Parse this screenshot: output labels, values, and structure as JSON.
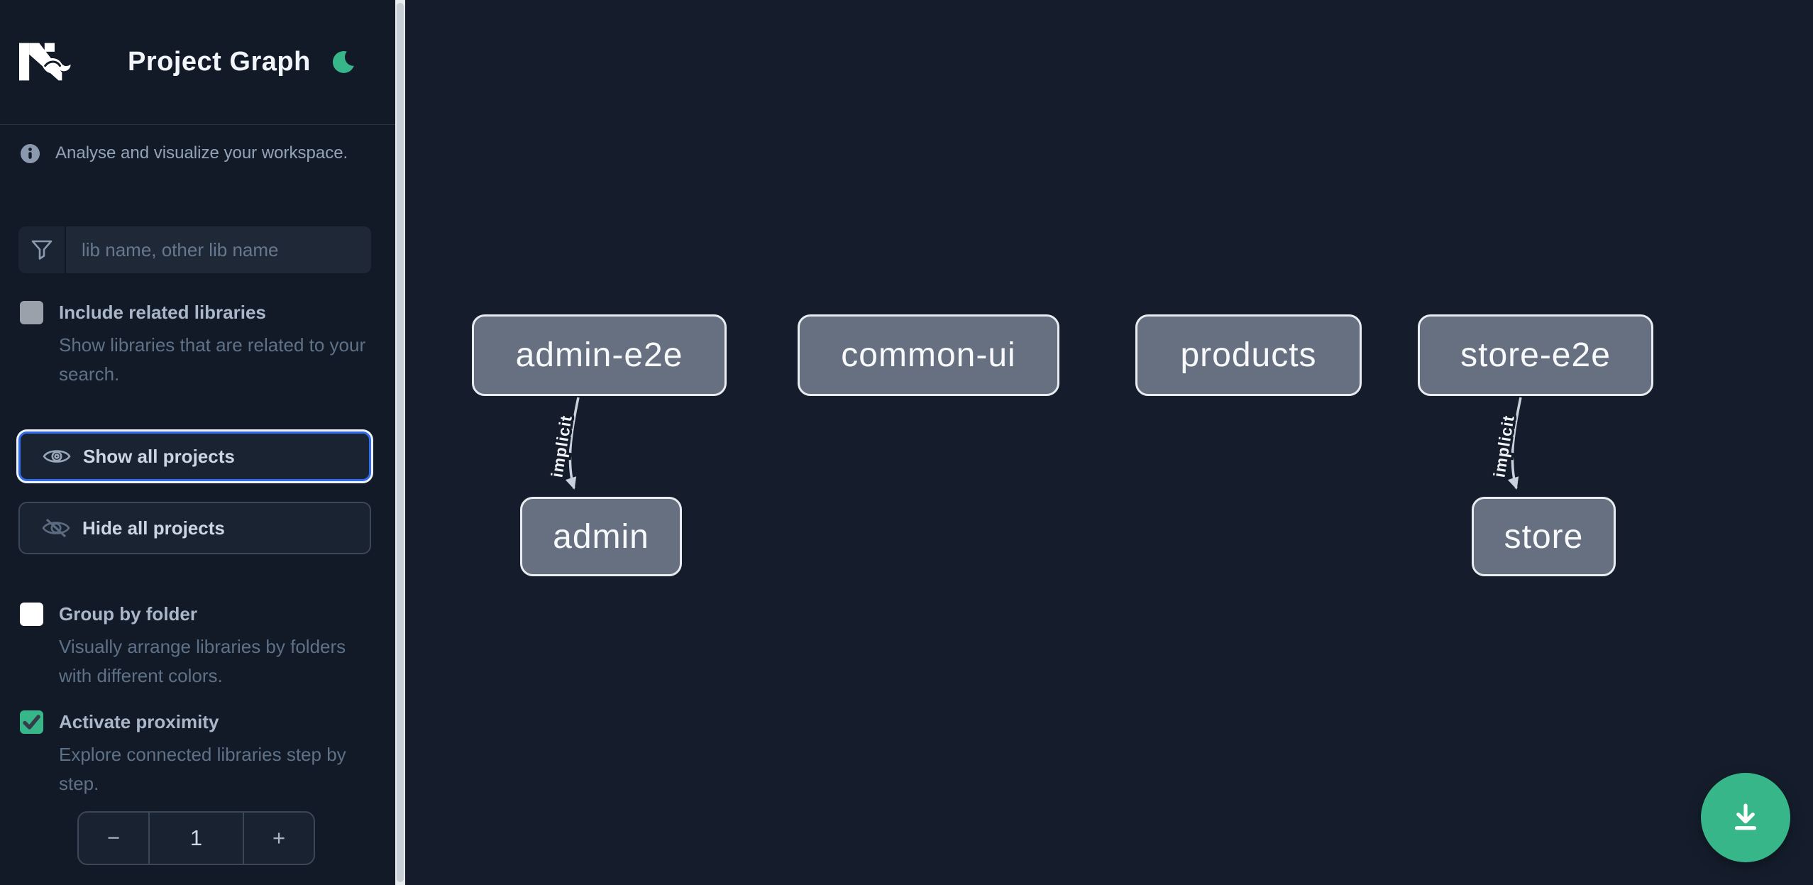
{
  "header": {
    "title": "Project Graph",
    "logo": "nx-logo",
    "theme_icon": "moon-icon"
  },
  "sidebar": {
    "tagline": "Analyse and visualize your workspace.",
    "info_icon": "info-icon",
    "search": {
      "icon": "funnel-icon",
      "placeholder": "lib name, other lib name",
      "value": ""
    },
    "options": [
      {
        "id": "include-related-libraries",
        "label": "Include related libraries",
        "description": "Show libraries that are related to your search.",
        "checked": false,
        "disabled": true
      },
      {
        "id": "group-by-folder",
        "label": "Group by folder",
        "description": "Visually arrange libraries by folders with different colors.",
        "checked": false
      },
      {
        "id": "activate-proximity",
        "label": "Activate proximity",
        "description": "Explore connected libraries step by step.",
        "checked": true
      }
    ],
    "buttons": [
      {
        "id": "show-all-projects",
        "label": "Show all projects",
        "icon": "eye-icon",
        "focused": true
      },
      {
        "id": "hide-all-projects",
        "label": "Hide all projects",
        "icon": "eye-off-icon",
        "focused": false
      }
    ],
    "stepper": {
      "decrement": "−",
      "value": "1",
      "increment": "+"
    }
  },
  "graph": {
    "nodes": [
      {
        "label": "admin-e2e"
      },
      {
        "label": "common-ui"
      },
      {
        "label": "products"
      },
      {
        "label": "store-e2e"
      },
      {
        "label": "admin"
      },
      {
        "label": "store"
      }
    ],
    "edges": [
      {
        "from": "admin-e2e",
        "to": "admin",
        "label": "implicit"
      },
      {
        "from": "store-e2e",
        "to": "store",
        "label": "implicit"
      }
    ]
  },
  "fab": {
    "icon": "download-icon"
  },
  "colors": {
    "accent_green": "#37b689",
    "focus_blue": "#2f6beb",
    "sidebar_bg": "#121a28",
    "canvas_bg": "#151d2c",
    "node_fill": "#667080",
    "node_border": "#e9edf2",
    "edge": "#c9d2dc"
  }
}
